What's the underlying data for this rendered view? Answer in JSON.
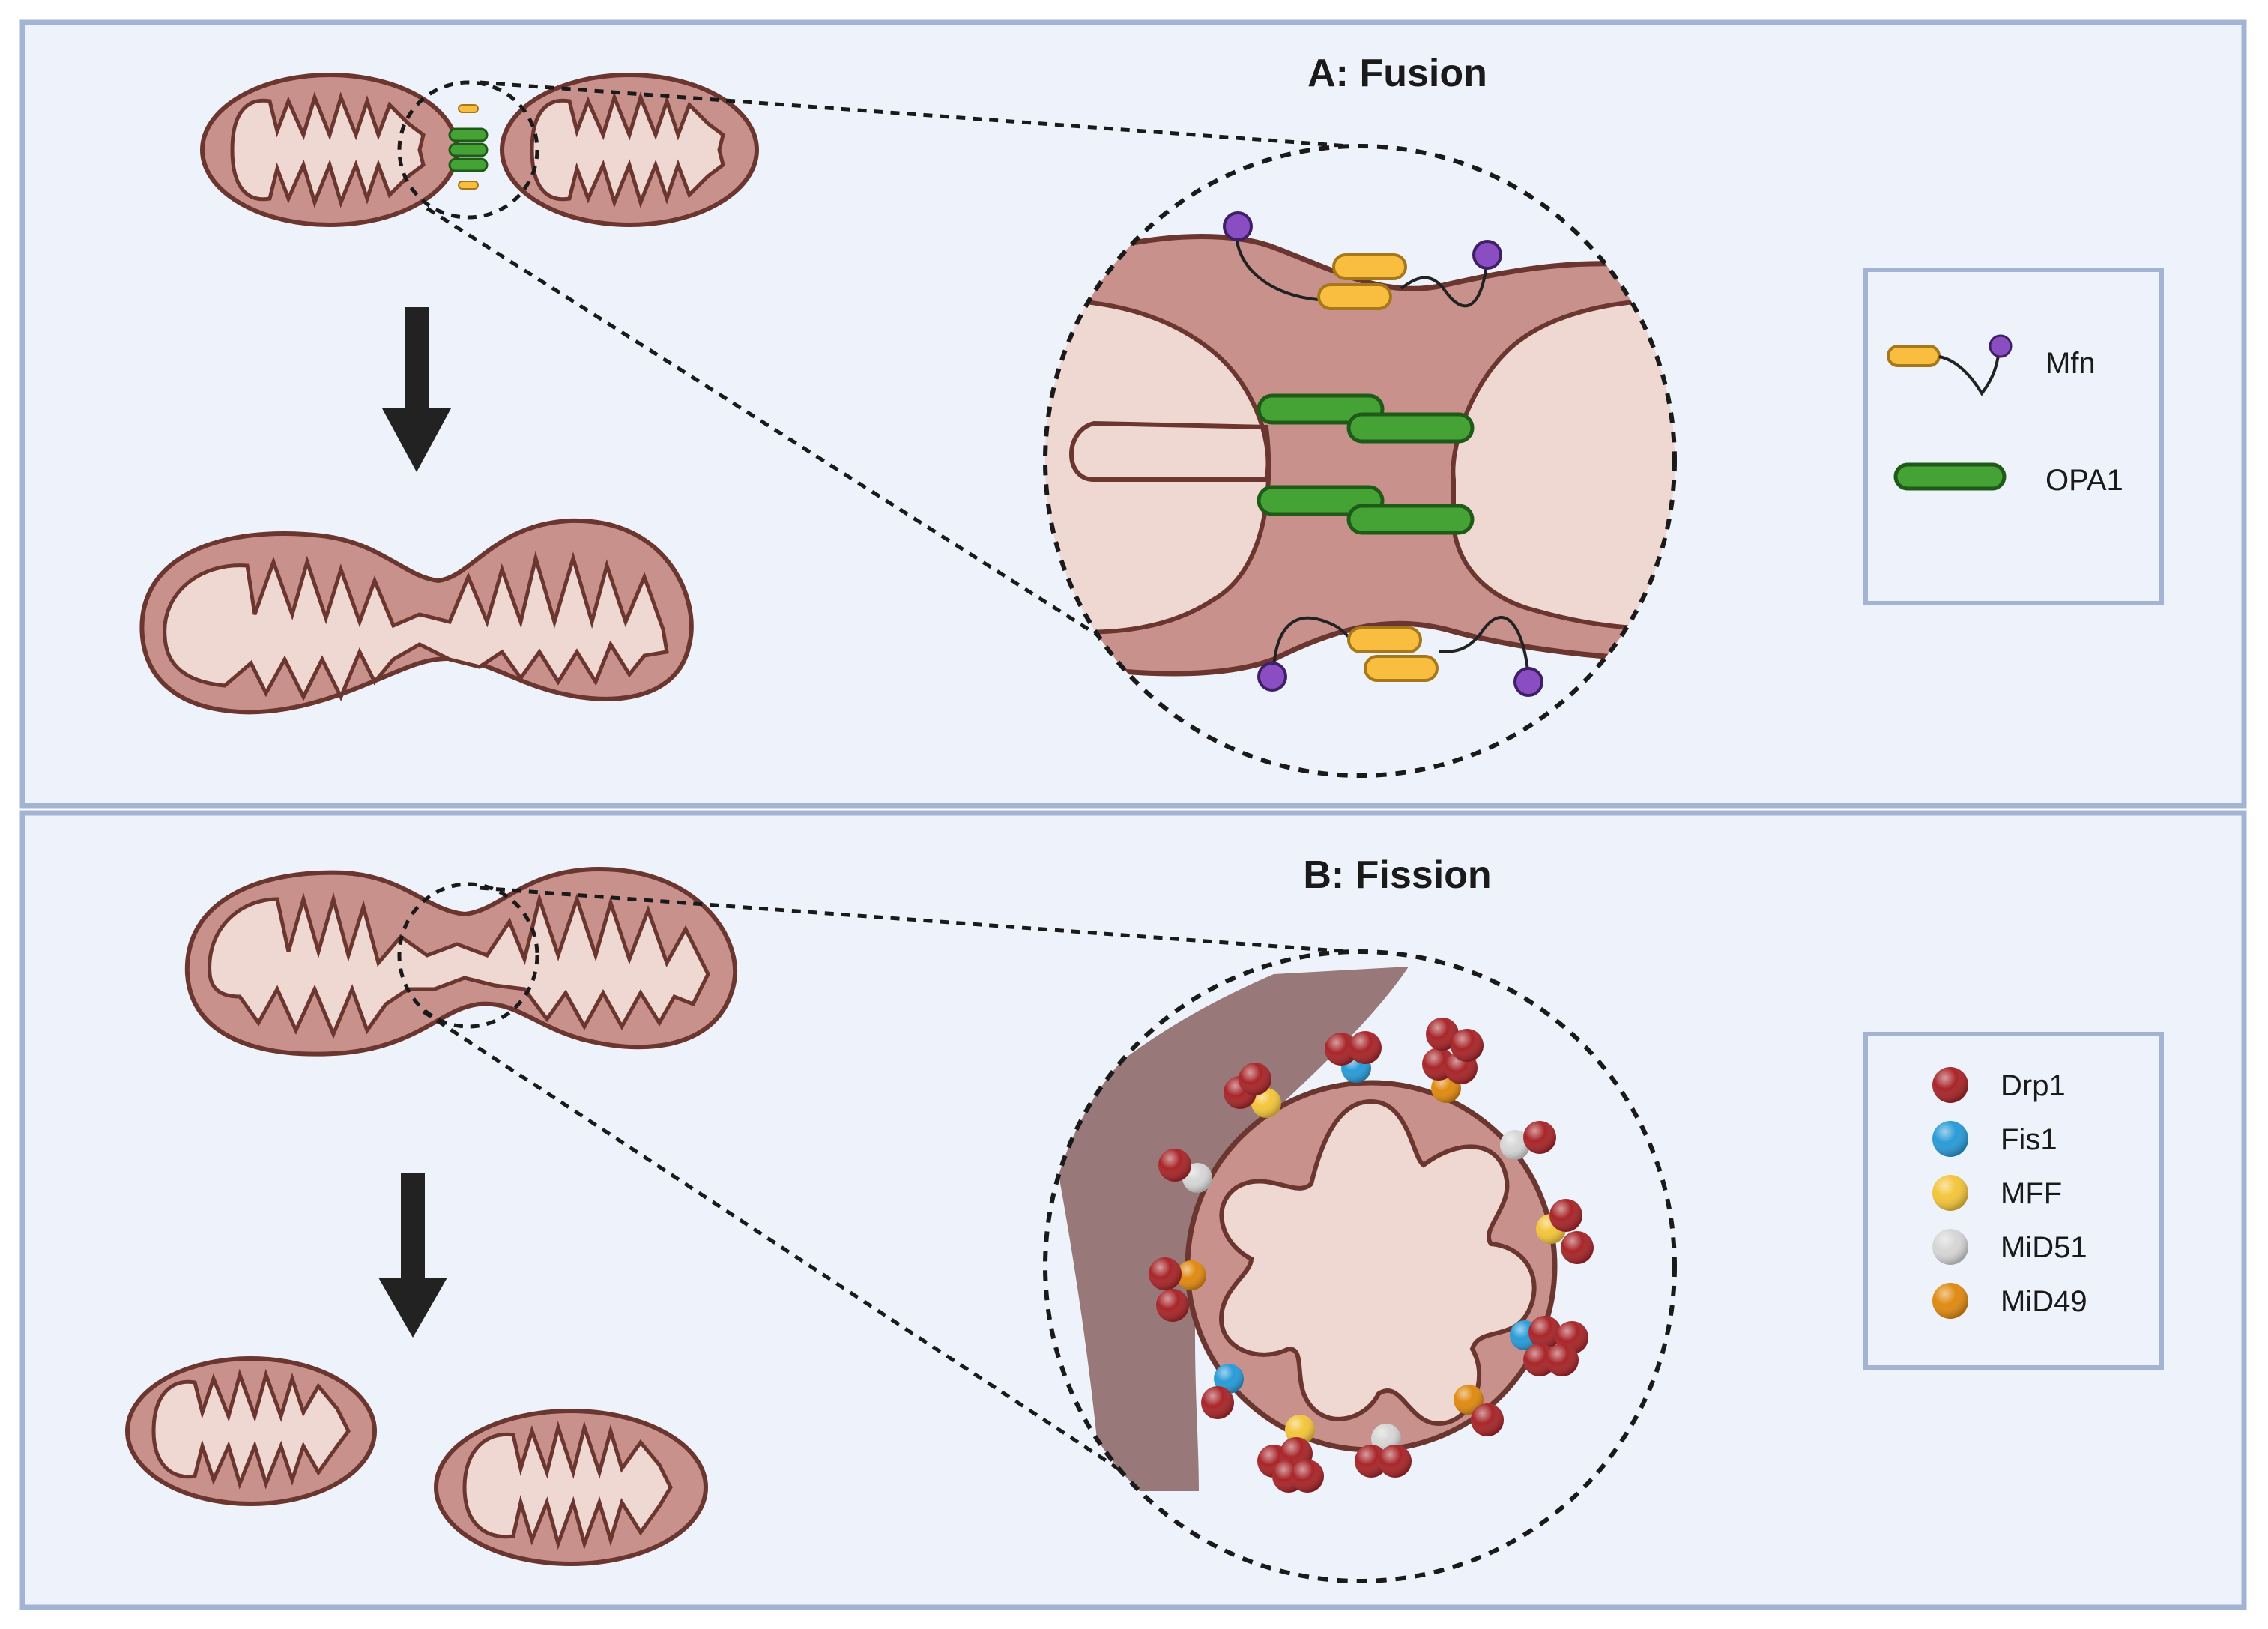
{
  "panels": {
    "fusion": {
      "title": "A: Fusion",
      "legend": [
        {
          "label": "Mfn",
          "icon": "mfn-icon"
        },
        {
          "label": "OPA1",
          "icon": "opa1-icon"
        }
      ]
    },
    "fission": {
      "title": "B: Fission",
      "legend": [
        {
          "label": "Drp1",
          "color": "#a8262a",
          "icon": "drp1-icon"
        },
        {
          "label": "Fis1",
          "color": "#2a9bd8",
          "icon": "fis1-icon"
        },
        {
          "label": "MFF",
          "color": "#f3c53c",
          "icon": "mff-icon"
        },
        {
          "label": "MiD51",
          "color": "#d6d6d6",
          "icon": "mid51-icon"
        },
        {
          "label": "MiD49",
          "color": "#e08a12",
          "icon": "mid49-icon"
        }
      ]
    }
  },
  "colors": {
    "panel_bg": "#edf2fb",
    "panel_border": "#a3b3d4",
    "membrane_outer": "#c9918b",
    "membrane_inner": "#efd7d2",
    "membrane_stroke": "#6b3630",
    "mfn_body": "#f9bd3f",
    "mfn_head": "#8a4ec2",
    "opa1": "#45a336",
    "opa1_stroke": "#1f5a18",
    "arrow": "#222222"
  }
}
